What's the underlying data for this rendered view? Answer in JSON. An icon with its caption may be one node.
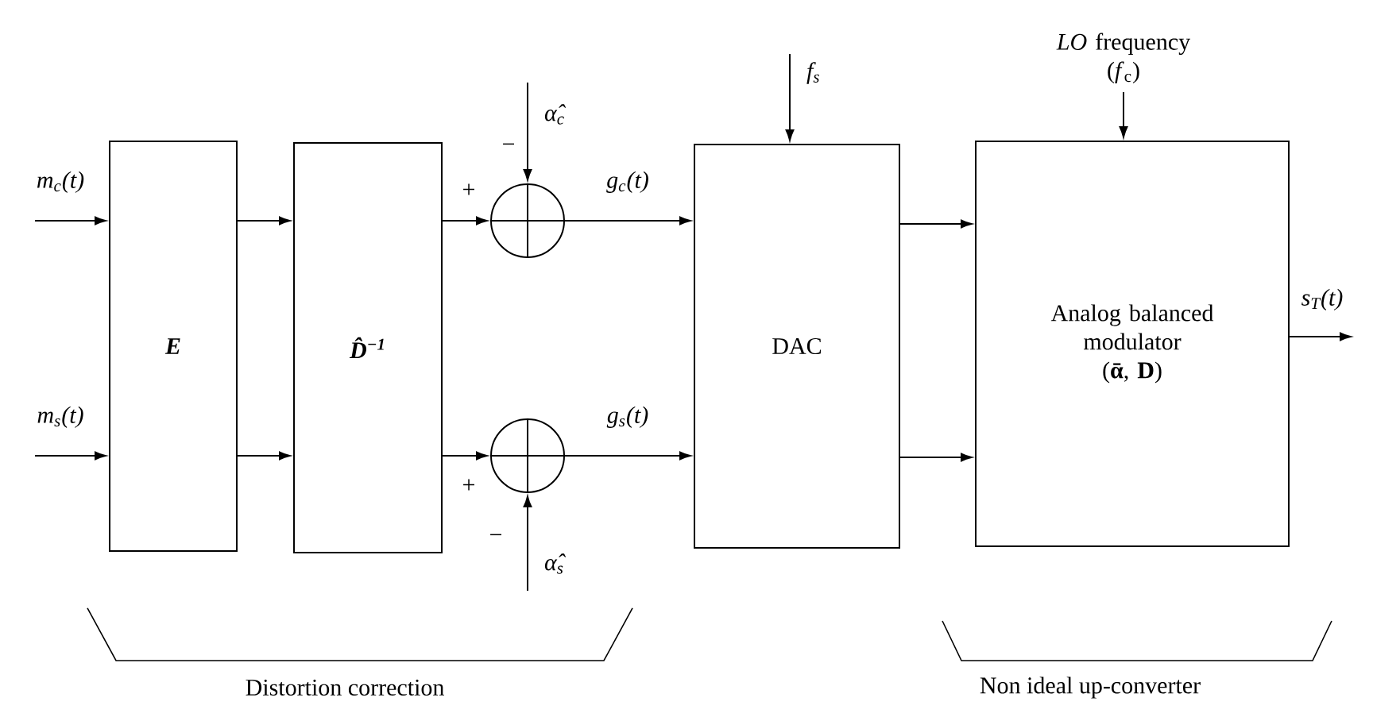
{
  "diagram": {
    "nodes": [
      {
        "text": [
          "E"
        ]
      },
      {
        "text": [
          "D̂$^{−1}$"
        ]
      },
      {
        "text": [],
        "shape": "circle"
      },
      {
        "text": [],
        "shape": "circle"
      },
      {
        "text": [
          "DAC"
        ]
      },
      {
        "text": [
          "Analog balanced modulator",
          "(**ᾱ**, **D**)"
        ]
      }
    ],
    "edges": [
      {
        "from": null,
        "to": 0,
        "arrow": "to",
        "label": "m$_{c}$(t)"
      },
      {
        "from": null,
        "to": 0,
        "arrow": "to",
        "label": "m$_{s}$(t)"
      },
      {
        "from": 0,
        "to": 1,
        "arrow": "to"
      },
      {
        "from": 0,
        "to": 1,
        "arrow": "to"
      },
      {
        "from": 1,
        "to": 2,
        "arrow": "to"
      },
      {
        "from": 1,
        "to": 3,
        "arrow": "to"
      },
      {
        "from": null,
        "to": 2,
        "arrow": "to",
        "label": "α̂$_{c}$"
      },
      {
        "from": null,
        "to": 3,
        "arrow": "to",
        "label": "α̂$_{s}$"
      },
      {
        "from": 2,
        "to": 4,
        "arrow": "to",
        "label": "g$_{c}$(t)"
      },
      {
        "from": 3,
        "to": 4,
        "arrow": "to",
        "label": "g$_{s}$(t)"
      },
      {
        "from": null,
        "to": 4,
        "arrow": "to",
        "label": "f$_{s}$"
      },
      {
        "from": 4,
        "to": 5,
        "arrow": "to"
      },
      {
        "from": 4,
        "to": 5,
        "arrow": "to"
      },
      {
        "from": null,
        "to": 5,
        "arrow": "to",
        "label": "*LO* frequency (*f*$_{c}$)"
      },
      {
        "from": 5,
        "to": null,
        "arrow": "to",
        "label": "s$_{T}$(t)"
      }
    ],
    "labels": [
      "−",
      "+",
      "+",
      "−",
      "Distortion correction",
      "Non ideal up-converter"
    ]
  }
}
